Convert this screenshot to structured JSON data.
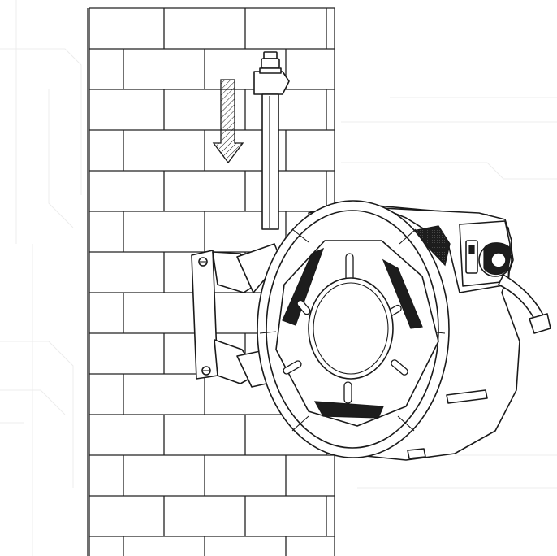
{
  "diagram": {
    "subject": "wall-mounted-hose-reel-installation",
    "colors": {
      "line": "#1a1a1a",
      "background": "#ffffff",
      "fill_dark": "#1d1d1d",
      "faint_pattern": "#ececec"
    },
    "parts": [
      "brick-wall",
      "water-tap",
      "inlet-pipe",
      "down-arrow-icon",
      "wall-bracket",
      "hose-reel-drum",
      "hose-guide-housing",
      "hose-nozzle"
    ]
  }
}
